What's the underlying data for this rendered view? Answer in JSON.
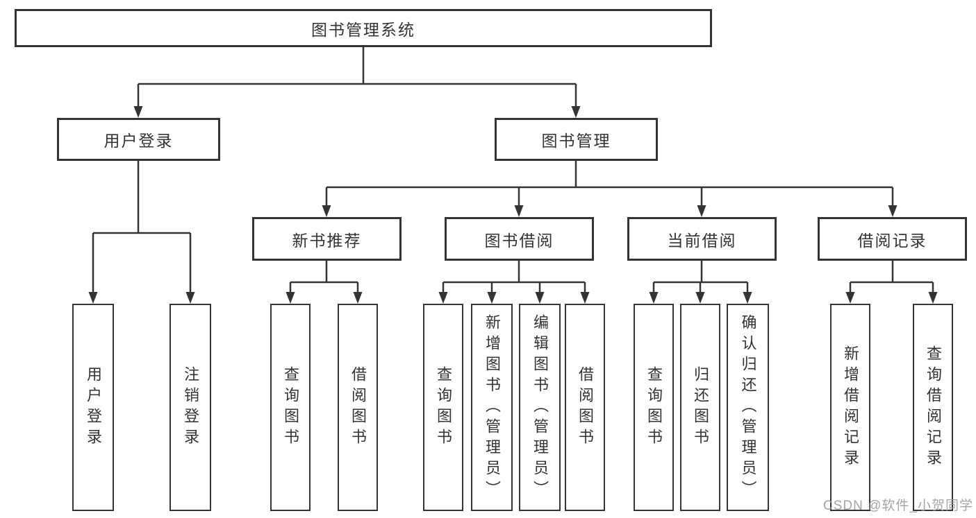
{
  "diagram": {
    "type": "tree",
    "root": {
      "id": "library-management-system",
      "label": "图书管理系统"
    },
    "level2": [
      {
        "id": "user-login",
        "label": "用户登录",
        "parent": "library-management-system"
      },
      {
        "id": "book-management",
        "label": "图书管理",
        "parent": "library-management-system"
      }
    ],
    "level3": [
      {
        "id": "new-book-recommend",
        "label": "新书推荐",
        "parent": "book-management"
      },
      {
        "id": "book-borrow",
        "label": "图书借阅",
        "parent": "book-management"
      },
      {
        "id": "current-borrow",
        "label": "当前借阅",
        "parent": "book-management"
      },
      {
        "id": "borrow-records",
        "label": "借阅记录",
        "parent": "book-management"
      }
    ],
    "leaves": [
      {
        "id": "leaf-user-login",
        "label": "用户登录",
        "parent": "user-login"
      },
      {
        "id": "leaf-logout",
        "label": "注销登录",
        "parent": "user-login"
      },
      {
        "id": "leaf-query-books-1",
        "label": "查询图书",
        "parent": "new-book-recommend"
      },
      {
        "id": "leaf-borrow-books-1",
        "label": "借阅图书",
        "parent": "new-book-recommend"
      },
      {
        "id": "leaf-query-books-2",
        "label": "查询图书",
        "parent": "book-borrow"
      },
      {
        "id": "leaf-add-book-admin",
        "label": "新增图书（管理员）",
        "parent": "book-borrow"
      },
      {
        "id": "leaf-edit-book-admin",
        "label": "编辑图书（管理员）",
        "parent": "book-borrow"
      },
      {
        "id": "leaf-borrow-books-2",
        "label": "借阅图书",
        "parent": "book-borrow"
      },
      {
        "id": "leaf-query-books-3",
        "label": "查询图书",
        "parent": "current-borrow"
      },
      {
        "id": "leaf-return-books",
        "label": "归还图书",
        "parent": "current-borrow"
      },
      {
        "id": "leaf-confirm-return-admin",
        "label": "确认归还（管理员）",
        "parent": "current-borrow"
      },
      {
        "id": "leaf-add-borrow-record",
        "label": "新增借阅记录",
        "parent": "borrow-records"
      },
      {
        "id": "leaf-query-borrow-record",
        "label": "查询借阅记录",
        "parent": "borrow-records"
      }
    ]
  },
  "watermark": "CSDN @软件_小贺同学",
  "colors": {
    "line": "#343434",
    "border": "#343434",
    "text": "#333333",
    "watermark": "#989898",
    "background": "#ffffff"
  }
}
